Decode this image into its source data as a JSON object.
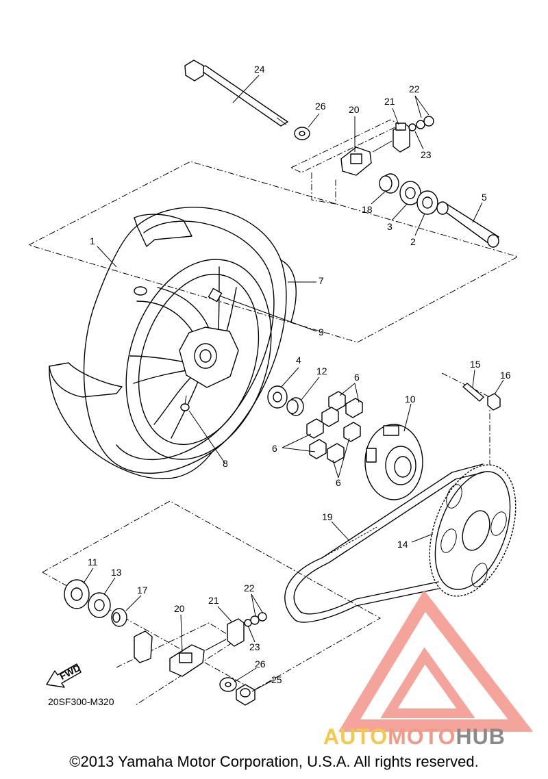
{
  "diagram": {
    "drawing_code": "20SF300-M320",
    "fwd_label": "FWD",
    "copyright": "©2013 Yamaha Motor Corporation, U.S.A. All rights reserved.",
    "watermark": {
      "part1": "AUTO",
      "part2": "MOTO",
      "part3": "HUB",
      "color1": "#f6c84a",
      "color2": "#f29a86",
      "color3": "#8a8a8a",
      "logo_color": "#f4958a"
    },
    "callouts": {
      "c1": "1",
      "c2": "2",
      "c3": "3",
      "c4": "4",
      "c5": "5",
      "c6a": "6",
      "c6b": "6",
      "c6c": "6",
      "c7": "7",
      "c8": "8",
      "c9": "9",
      "c10": "10",
      "c11": "11",
      "c12": "12",
      "c13": "13",
      "c14": "14",
      "c15": "15",
      "c16": "16",
      "c17": "17",
      "c18": "18",
      "c19": "19",
      "c20a": "20",
      "c20b": "20",
      "c21a": "21",
      "c21b": "21",
      "c22a": "22",
      "c22b": "22",
      "c23a": "23",
      "c23b": "23",
      "c24": "24",
      "c25": "25",
      "c26a": "26",
      "c26b": "26"
    }
  }
}
